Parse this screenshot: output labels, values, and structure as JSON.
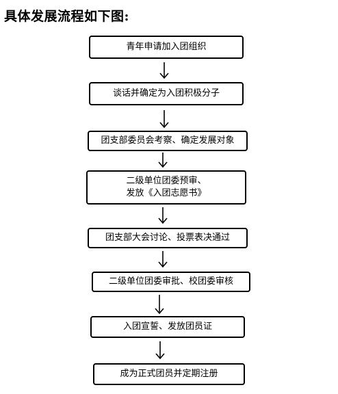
{
  "title": "具体发展流程如下图:",
  "steps": [
    {
      "label": "青年申请加入团组织"
    },
    {
      "label": "谈话并确定为入团积极分子"
    },
    {
      "label": "团支部委员会考察、确定发展对象"
    },
    {
      "line1": "二级单位团委预审、",
      "line2": "发放《入团志愿书》"
    },
    {
      "label": "团支部大会讨论、投票表决通过"
    },
    {
      "label": "二级单位团委审批、校团委审核"
    },
    {
      "label": "入团宣誓、发放团员证"
    },
    {
      "label": "成为正式团员并定期注册"
    }
  ]
}
